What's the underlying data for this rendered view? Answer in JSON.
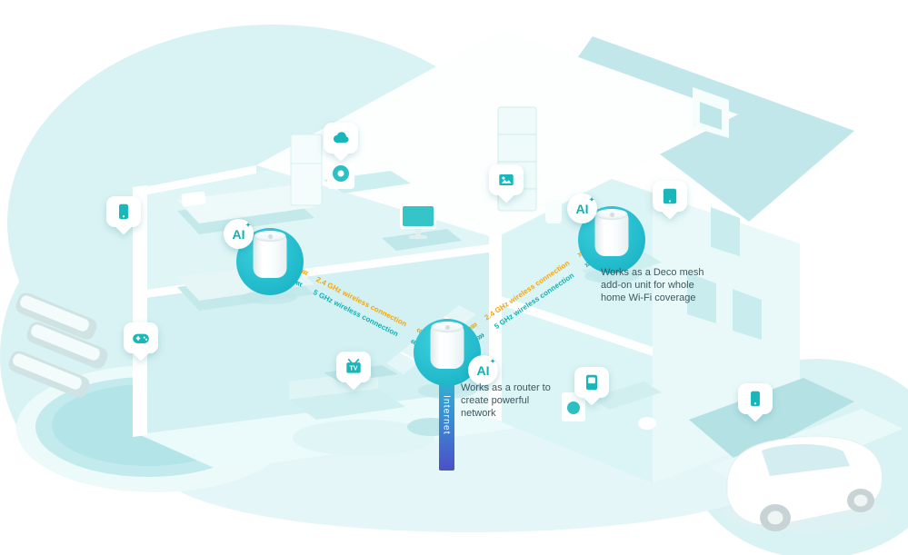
{
  "badges": {
    "ai": "AI",
    "sparkle": "✦"
  },
  "connections": {
    "left": {
      "label_24": "2.4 GHz wireless connection",
      "label_5": "5 GHz wireless connection",
      "chevrons": "««"
    },
    "right": {
      "label_24": "2.4 GHz wireless connection",
      "label_5": "5 GHz wireless connection",
      "chevrons": "»»"
    }
  },
  "internet": {
    "label": "Internet"
  },
  "notes": {
    "router": "Works as a router to create powerful network",
    "mesh": "Works as a Deco mesh add-on unit for whole home Wi-Fi coverage"
  },
  "tv_pin": {
    "label": "TV"
  },
  "icons": {
    "pins": [
      "smartphone",
      "game-controller",
      "cloud-storage",
      "photo-frame",
      "tablet",
      "tv",
      "smart-display",
      "smartphone"
    ],
    "scene": [
      "washing-machine",
      "desktop-monitor",
      "deco-router-unit"
    ]
  },
  "colors": {
    "accent_teal": "#14b4b8",
    "connection_24ghz": "#f6a50a",
    "connection_5ghz": "#0fb0b4",
    "internet_gradient_top": "#2ec5d0",
    "internet_gradient_bottom": "#4c4fc7",
    "deco_circle": "#23bccd",
    "note_text": "#3a585e",
    "house_tint": "#d9f3f4"
  }
}
